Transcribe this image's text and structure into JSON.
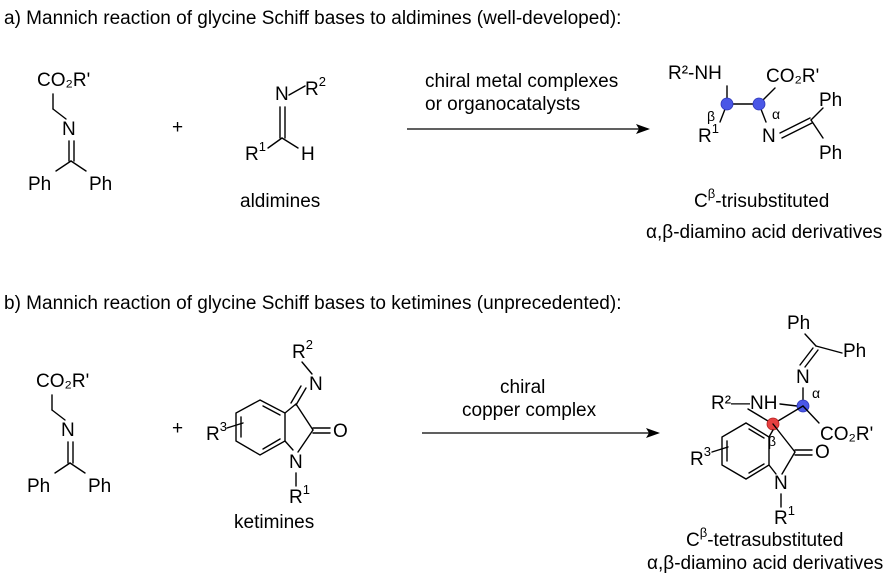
{
  "colors": {
    "alpha_marker": "#4a57e6",
    "beta_quaternary_marker": "#e64040"
  },
  "section_a": {
    "title": "a) Mannich reaction of  glycine Schiff bases to aldimines (well-developed):",
    "glycine": {
      "ester": "CO₂R'",
      "n": "N",
      "ph1": "Ph",
      "ph2": "Ph"
    },
    "plus": "+",
    "aldimine": {
      "n": "N",
      "r2": "R",
      "r2_sup": "2",
      "r1": "R",
      "r1_sup": "1",
      "h": "H",
      "caption": "aldimines"
    },
    "arrow_line1": "chiral metal complexes",
    "arrow_line2": "or organocatalysts",
    "product": {
      "amine": "R²-NH",
      "ester": "CO₂R'",
      "beta": "β",
      "alpha": "α",
      "r1": "R",
      "r1_sup": "1",
      "n": "N",
      "ph1": "Ph",
      "ph2": "Ph",
      "caption1_main": "C",
      "caption1_sup": "β",
      "caption1_rest": "-trisubstituted",
      "caption2": "α,β-diamino acid derivatives"
    }
  },
  "section_b": {
    "title": "b) Mannich reaction of  glycine Schiff bases to ketimines (unprecedented):",
    "glycine": {
      "ester": "CO₂R'",
      "n": "N",
      "ph1": "Ph",
      "ph2": "Ph"
    },
    "plus": "+",
    "ketimine": {
      "r2": "R",
      "r2_sup": "2",
      "n": "N",
      "r3": "R",
      "r3_sup": "3",
      "o": "O",
      "n1": "N",
      "r1": "R",
      "r1_sup": "1",
      "caption": "ketimines"
    },
    "arrow_line1": "chiral",
    "arrow_line2": "copper complex",
    "product": {
      "ph1": "Ph",
      "ph2": "Ph",
      "n": "N",
      "alpha": "α",
      "amine": "R²—NH",
      "ester": "CO₂R'",
      "beta": "β",
      "r3": "R",
      "r3_sup": "3",
      "o": "O",
      "n1": "N",
      "r1": "R",
      "r1_sup": "1",
      "caption1_main": "C",
      "caption1_sup": "β",
      "caption1_rest": "-tetrasubstituted",
      "caption2": "α,β-diamino acid derivatives"
    }
  }
}
